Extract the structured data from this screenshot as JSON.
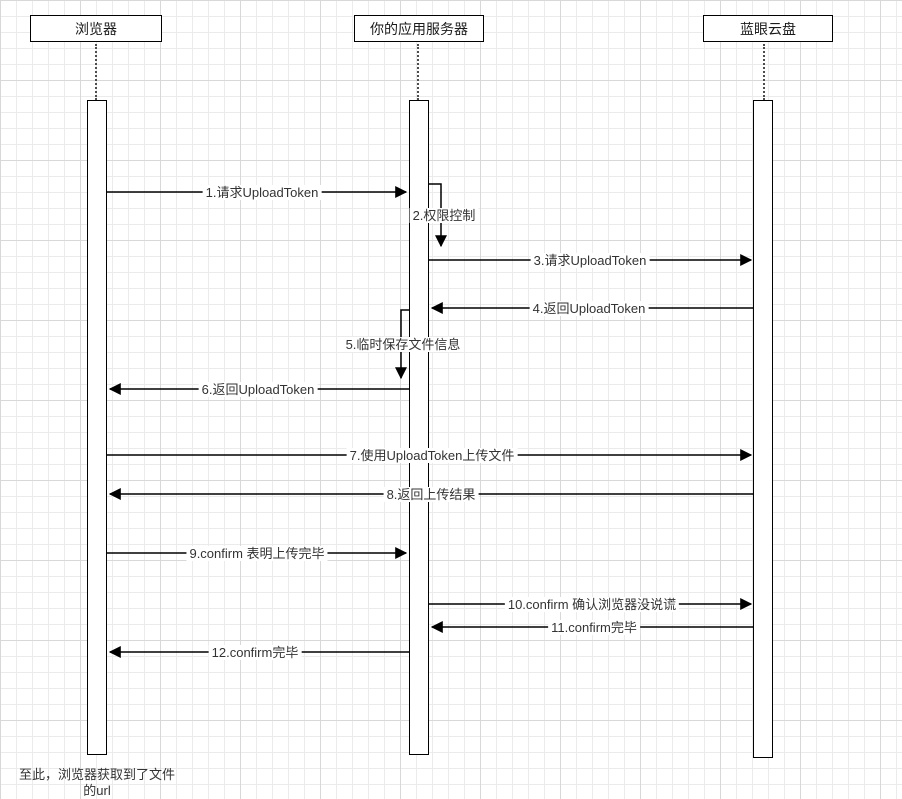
{
  "diagram": {
    "title": "upload-token-sequence",
    "actors": [
      {
        "label": "浏览器"
      },
      {
        "label": "你的应用服务器"
      },
      {
        "label": "蓝眼云盘"
      }
    ],
    "messages": [
      {
        "label": "1.请求UploadToken"
      },
      {
        "label": "2.权限控制"
      },
      {
        "label": "3.请求UploadToken"
      },
      {
        "label": "4.返回UploadToken"
      },
      {
        "label": "5.临时保存文件信息"
      },
      {
        "label": "6.返回UploadToken"
      },
      {
        "label": "7.使用UploadToken上传文件"
      },
      {
        "label": "8.返回上传结果"
      },
      {
        "label": "9.confirm 表明上传完毕"
      },
      {
        "label": "10.confirm 确认浏览器没说谎"
      },
      {
        "label": "11.confirm完毕"
      },
      {
        "label": "12.confirm完毕"
      }
    ],
    "footnote": "至此，浏览器获取到了文件\n的url"
  },
  "colors": {
    "stroke": "#000000",
    "text": "#333333",
    "background": "#ffffff",
    "grid_minor": "#ebebeb",
    "grid_major": "#d8d8d8"
  }
}
